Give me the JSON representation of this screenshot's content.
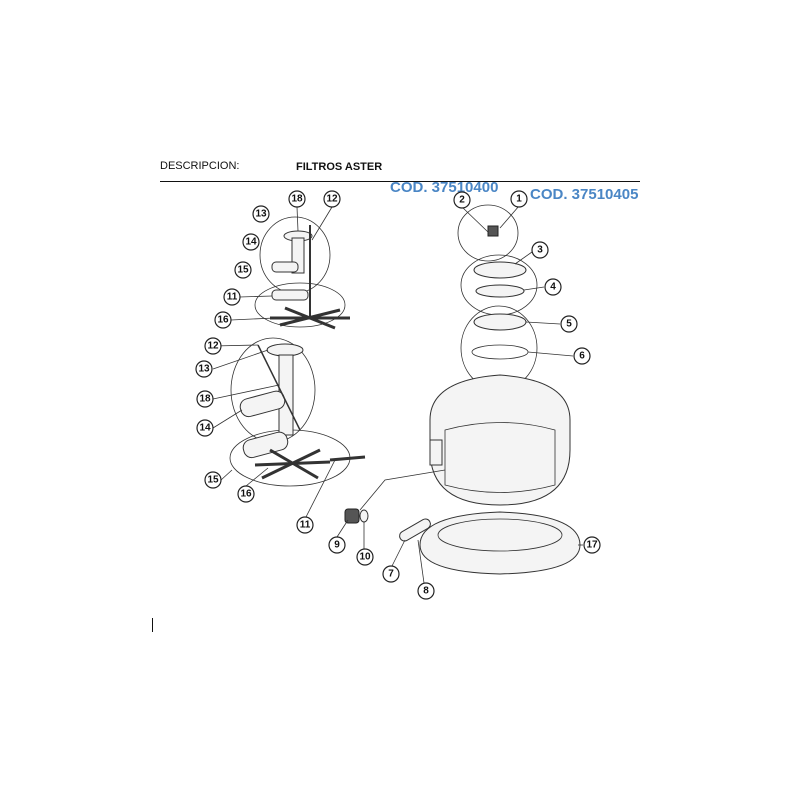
{
  "header": {
    "description_label": "DESCRIPCION:",
    "product_name": "FILTROS ASTER"
  },
  "codes": [
    "COD. 37510400",
    "COD. 37510405"
  ],
  "callouts": {
    "c1": "1",
    "c2": "2",
    "c3": "3",
    "c4": "4",
    "c5": "5",
    "c6": "6",
    "c7": "7",
    "c8": "8",
    "c9": "9",
    "c10": "10",
    "c11a": "11",
    "c11b": "11",
    "c12a": "12",
    "c12b": "12",
    "c13a": "13",
    "c13b": "13",
    "c14a": "14",
    "c14b": "14",
    "c15a": "15",
    "c15b": "15",
    "c16a": "16",
    "c16b": "16",
    "c17": "17",
    "c18a": "18",
    "c18b": "18"
  }
}
